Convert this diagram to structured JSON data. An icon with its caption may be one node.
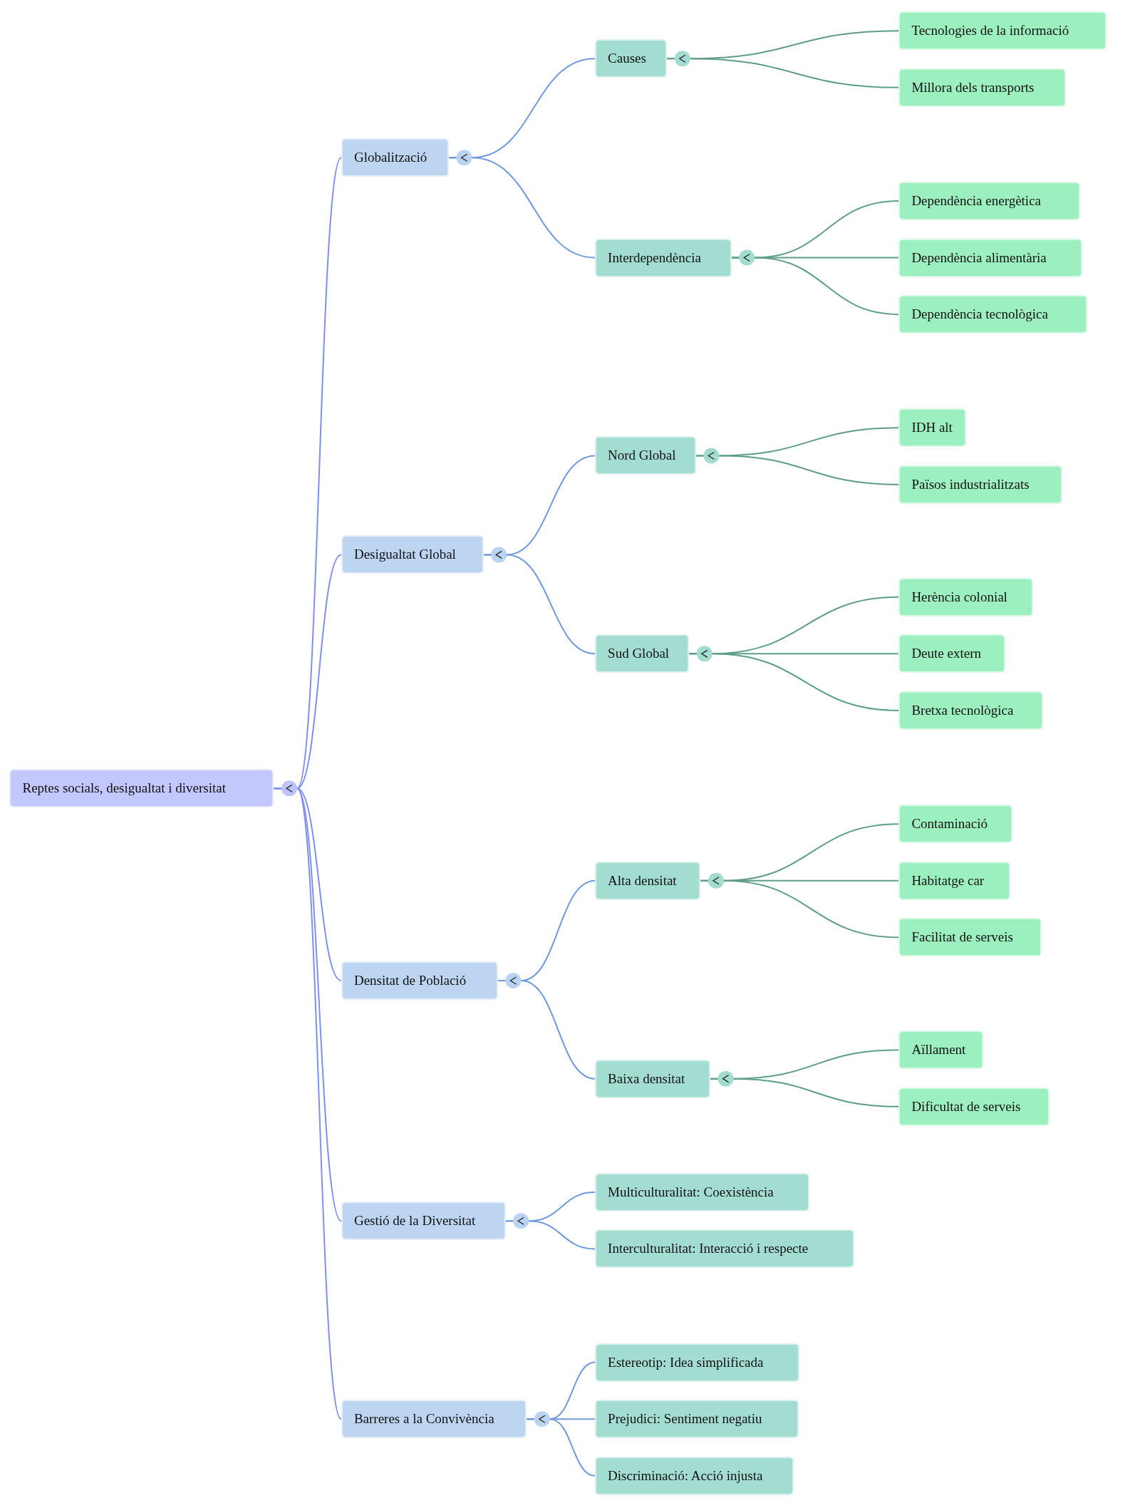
{
  "diagram": {
    "nodes": [
      {
        "text": [
          "Reptes socials, desigualtat i diversitat"
        ]
      },
      {
        "text": [
          "Globalització"
        ]
      },
      {
        "text": [
          "Causes"
        ]
      },
      {
        "text": [
          "Tecnologies de la informació"
        ]
      },
      {
        "text": [
          "Millora dels transports"
        ]
      },
      {
        "text": [
          "Interdependència"
        ]
      },
      {
        "text": [
          "Dependència energètica"
        ]
      },
      {
        "text": [
          "Dependència alimentària"
        ]
      },
      {
        "text": [
          "Dependència tecnològica"
        ]
      },
      {
        "text": [
          "Desigualtat Global"
        ]
      },
      {
        "text": [
          "Nord Global"
        ]
      },
      {
        "text": [
          "IDH alt"
        ]
      },
      {
        "text": [
          "Països industrialitzats"
        ]
      },
      {
        "text": [
          "Sud Global"
        ]
      },
      {
        "text": [
          "Herència colonial"
        ]
      },
      {
        "text": [
          "Deute extern"
        ]
      },
      {
        "text": [
          "Bretxa tecnològica"
        ]
      },
      {
        "text": [
          "Densitat de Població"
        ]
      },
      {
        "text": [
          "Alta densitat"
        ]
      },
      {
        "text": [
          "Contaminació"
        ]
      },
      {
        "text": [
          "Habitatge car"
        ]
      },
      {
        "text": [
          "Facilitat de serveis"
        ]
      },
      {
        "text": [
          "Baixa densitat"
        ]
      },
      {
        "text": [
          "Aïllament"
        ]
      },
      {
        "text": [
          "Dificultat de serveis"
        ]
      },
      {
        "text": [
          "Gestió de la Diversitat"
        ]
      },
      {
        "text": [
          "Multiculturalitat: Coexistència"
        ]
      },
      {
        "text": [
          "Interculturalitat: Interacció i respecte"
        ]
      },
      {
        "text": [
          "Barreres a la Convivència"
        ]
      },
      {
        "text": [
          "Estereotip: Idea simplificada"
        ]
      },
      {
        "text": [
          "Prejudici: Sentiment negatiu"
        ]
      },
      {
        "text": [
          "Discriminació: Acció injusta"
        ]
      }
    ],
    "edges": [
      {
        "from": 0,
        "to": 1,
        "arrow": "none",
        "color": "#7f8ff0"
      },
      {
        "from": 0,
        "to": 9,
        "arrow": "none",
        "color": "#7f8ff0"
      },
      {
        "from": 0,
        "to": 17,
        "arrow": "none",
        "color": "#7f8ff0"
      },
      {
        "from": 0,
        "to": 25,
        "arrow": "none",
        "color": "#7f8ff0"
      },
      {
        "from": 0,
        "to": 28,
        "arrow": "none",
        "color": "#7f8ff0"
      },
      {
        "from": 1,
        "to": 2,
        "arrow": "none",
        "color": "#6e9ae0"
      },
      {
        "from": 1,
        "to": 5,
        "arrow": "none",
        "color": "#6e9ae0"
      },
      {
        "from": 2,
        "to": 3,
        "arrow": "none"
      },
      {
        "from": 2,
        "to": 4,
        "arrow": "none"
      },
      {
        "from": 5,
        "to": 6,
        "arrow": "none"
      },
      {
        "from": 5,
        "to": 7,
        "arrow": "none"
      },
      {
        "from": 5,
        "to": 8,
        "arrow": "none"
      },
      {
        "from": 9,
        "to": 10,
        "arrow": "none",
        "color": "#6e9ae0"
      },
      {
        "from": 9,
        "to": 13,
        "arrow": "none",
        "color": "#6e9ae0"
      },
      {
        "from": 10,
        "to": 11,
        "arrow": "none"
      },
      {
        "from": 10,
        "to": 12,
        "arrow": "none"
      },
      {
        "from": 13,
        "to": 14,
        "arrow": "none"
      },
      {
        "from": 13,
        "to": 15,
        "arrow": "none"
      },
      {
        "from": 13,
        "to": 16,
        "arrow": "none"
      },
      {
        "from": 17,
        "to": 18,
        "arrow": "none",
        "color": "#6e9ae0"
      },
      {
        "from": 17,
        "to": 22,
        "arrow": "none",
        "color": "#6e9ae0"
      },
      {
        "from": 18,
        "to": 19,
        "arrow": "none"
      },
      {
        "from": 18,
        "to": 20,
        "arrow": "none"
      },
      {
        "from": 18,
        "to": 21,
        "arrow": "none"
      },
      {
        "from": 22,
        "to": 23,
        "arrow": "none"
      },
      {
        "from": 22,
        "to": 24,
        "arrow": "none"
      },
      {
        "from": 25,
        "to": 26,
        "arrow": "none",
        "color": "#6e9ae0"
      },
      {
        "from": 25,
        "to": 27,
        "arrow": "none",
        "color": "#6e9ae0"
      },
      {
        "from": 28,
        "to": 29,
        "arrow": "none",
        "color": "#6e9ae0"
      },
      {
        "from": 28,
        "to": 30,
        "arrow": "none",
        "color": "#6e9ae0"
      },
      {
        "from": 28,
        "to": 31,
        "arrow": "none",
        "color": "#6e9ae0"
      }
    ]
  }
}
